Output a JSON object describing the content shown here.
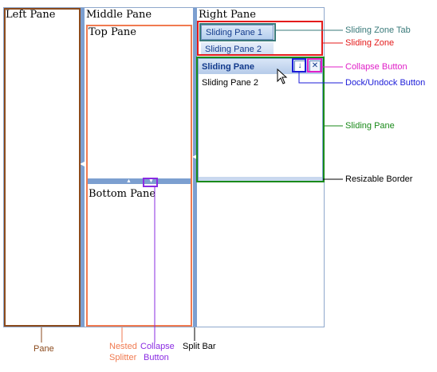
{
  "panes": {
    "left": "Left Pane",
    "middle": "Middle Pane",
    "right": "Right Pane",
    "top": "Top Pane",
    "bottom": "Bottom Pane"
  },
  "sliding": {
    "tab1": "Sliding Pane 1",
    "tab2": "Sliding Pane 2",
    "header": "Sliding Pane",
    "body": "Sliding Pane 2",
    "pin_glyph": "↓",
    "close_glyph": "✕"
  },
  "callouts": {
    "zone_tab": "Sliding Zone Tab",
    "zone": "Sliding Zone",
    "collapse_button": "Collapse Button",
    "dock_button": "Dock/Undock Button",
    "sliding_pane": "Sliding Pane",
    "resizable_border": "Resizable Border",
    "pane": "Pane",
    "nested_line1": "Nested",
    "nested_line2": "Splitter",
    "collapse_line1": "Collapse",
    "collapse_line2": "Button",
    "split_bar": "Split Bar"
  },
  "colors": {
    "pane": "#8b4a1c",
    "nested": "#f07a50",
    "collapse": "#8a2be2",
    "split": "#000000",
    "zone_tab": "#3a7a7a",
    "zone": "#e41b1b",
    "collapse_btn": "#e020c8",
    "dock": "#1c1cd8",
    "sliding": "#1a8a1a"
  }
}
